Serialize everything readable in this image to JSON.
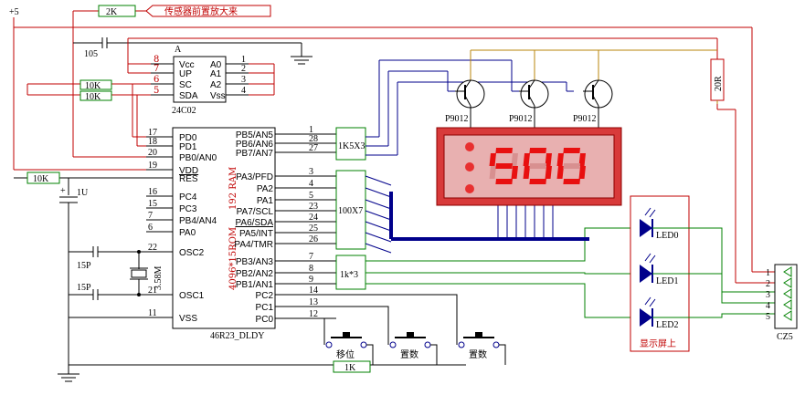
{
  "power": {
    "label": "+5"
  },
  "top": {
    "resistor_2k": "2K",
    "note": "传感器前置放大来"
  },
  "eeprom": {
    "ref": "A",
    "part": "24C02",
    "left_nums": [
      "8",
      "7",
      "6",
      "5"
    ],
    "left_pins": [
      "Vcc",
      "UP",
      "SC",
      "SDA"
    ],
    "right_pins": [
      "A0",
      "A1",
      "A2",
      "Vss"
    ],
    "right_nums": [
      "1",
      "2",
      "3",
      "4"
    ]
  },
  "caps": {
    "c105": "105",
    "c1u": "1U",
    "c15p_a": "15P",
    "c15p_b": "15P"
  },
  "resistors": {
    "r10k_a": "10K",
    "r10k_b": "10K",
    "r10k_c": "10K",
    "r1k": "1K",
    "r20r": "20R"
  },
  "crystal": {
    "label": "3.58M"
  },
  "mcu": {
    "part": "46R23_DLDY",
    "ram": "192 RAM",
    "rom": "4096*15ROM",
    "left_nums": [
      "17",
      "18",
      "20",
      "19",
      "",
      "16",
      "15",
      "7",
      "6",
      "22",
      "21",
      "11"
    ],
    "left_pins": [
      "PD0",
      "PD1",
      "PB0/AN0",
      "VDD",
      "RES",
      "PC4",
      "PC3",
      "PB4/AN4",
      "PA0",
      "OSC2",
      "OSC1",
      "VSS"
    ],
    "right_pins": [
      "PB5/AN5",
      "PB6/AN6",
      "PB7/AN7",
      "PA3/PFD",
      "PA2",
      "PA1",
      "PA7/SCL",
      "PA6/SDA",
      "PA5/INT",
      "PA4/TMR",
      "PB3/AN3",
      "PB2/AN2",
      "PB1/AN1",
      "PC2",
      "PC1",
      "PC0"
    ],
    "right_nums": [
      "1",
      "28",
      "27",
      "3",
      "4",
      "5",
      "23",
      "24",
      "25",
      "26",
      "7",
      "8",
      "9",
      "14",
      "13",
      "12"
    ]
  },
  "networks": {
    "r1k5x3": "1K5X3",
    "r100x7": "100X7",
    "r1kx3": "1k*3"
  },
  "transistors": [
    "P9012",
    "P9012",
    "P9012"
  ],
  "display": {
    "value": "500"
  },
  "leds": {
    "labels": [
      "LED0",
      "LED1",
      "LED2"
    ],
    "panel": "显示屏上"
  },
  "connector": {
    "ref": "CZ5",
    "pins": [
      "1",
      "2",
      "3",
      "4",
      "5"
    ]
  },
  "buttons": [
    "移位",
    "置数",
    "置数"
  ]
}
